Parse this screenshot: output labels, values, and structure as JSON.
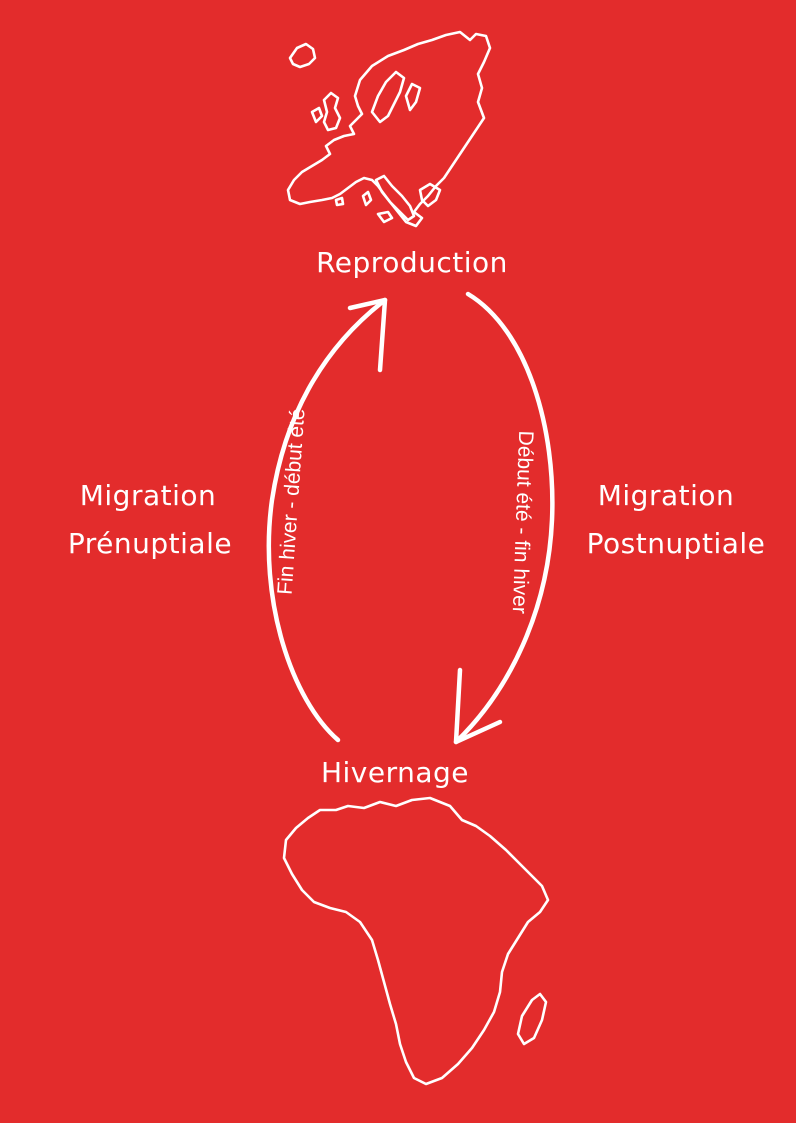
{
  "colors": {
    "background": "#e32c2c",
    "foreground": "#ffffff"
  },
  "icons": {
    "top_map": "europe-map-icon",
    "bottom_map": "africa-map-icon"
  },
  "labels": {
    "reproduction": "Reproduction",
    "hivernage": "Hivernage",
    "migration_left_line1": "Migration",
    "migration_left_line2": "Prénuptiale",
    "migration_right_line1": "Migration",
    "migration_right_line2": "Postnuptiale",
    "arrow_left_period": "Fin hiver - début été",
    "arrow_right_period": "Début été - fin hiver"
  }
}
